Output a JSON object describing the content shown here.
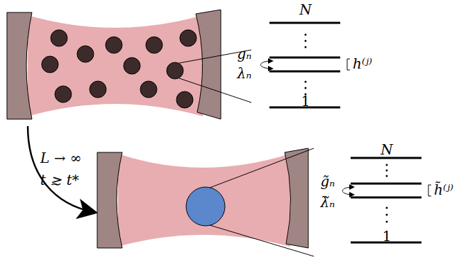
{
  "diagram": {
    "labels": [
      "N",
      "1",
      "gₙ",
      "λₙ",
      "h⁽ʲ⁾",
      "L → ∞",
      "t ≳ t*",
      "N",
      "1",
      "g̃ₙ",
      "λ̃ₙ",
      "h̃⁽ʲ⁾"
    ]
  }
}
